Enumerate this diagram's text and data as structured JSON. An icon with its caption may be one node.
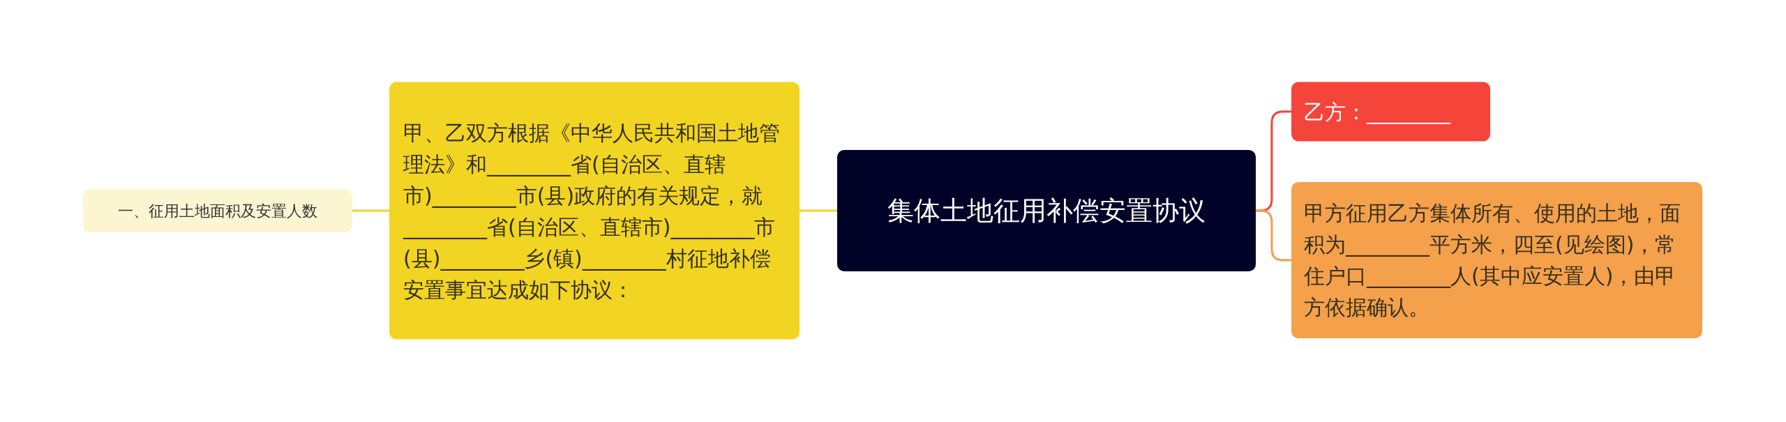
{
  "diagram": {
    "nodes": [
      {
        "text": [
          "集体土地征用补偿安置协议"
        ]
      },
      {
        "text": [
          "甲、乙双方根据《中华人民共和国土地管理法》和________省(自治区、直辖市)________市(县)政府的有关规定，就________省(自治区、直辖市)________市(县)________乡(镇)________村征地补偿安置事宜达成如下协议："
        ]
      },
      {
        "text": [
          "一、征用土地面积及安置人数"
        ]
      },
      {
        "text": [
          "乙方：________"
        ]
      },
      {
        "text": [
          "甲方征用乙方集体所有、使用的土地，面积为________平方米，四至(见绘图)，常住户口________人(其中应安置人)，由甲方依据确认。"
        ]
      }
    ],
    "edges": [
      {
        "from": 0,
        "to": 1,
        "arrow": "none"
      },
      {
        "from": 1,
        "to": 2,
        "arrow": "none"
      },
      {
        "from": 0,
        "to": 3,
        "arrow": "none",
        "color": "#f5443a"
      },
      {
        "from": 0,
        "to": 4,
        "arrow": "none",
        "color": "#f29d4b"
      }
    ]
  }
}
